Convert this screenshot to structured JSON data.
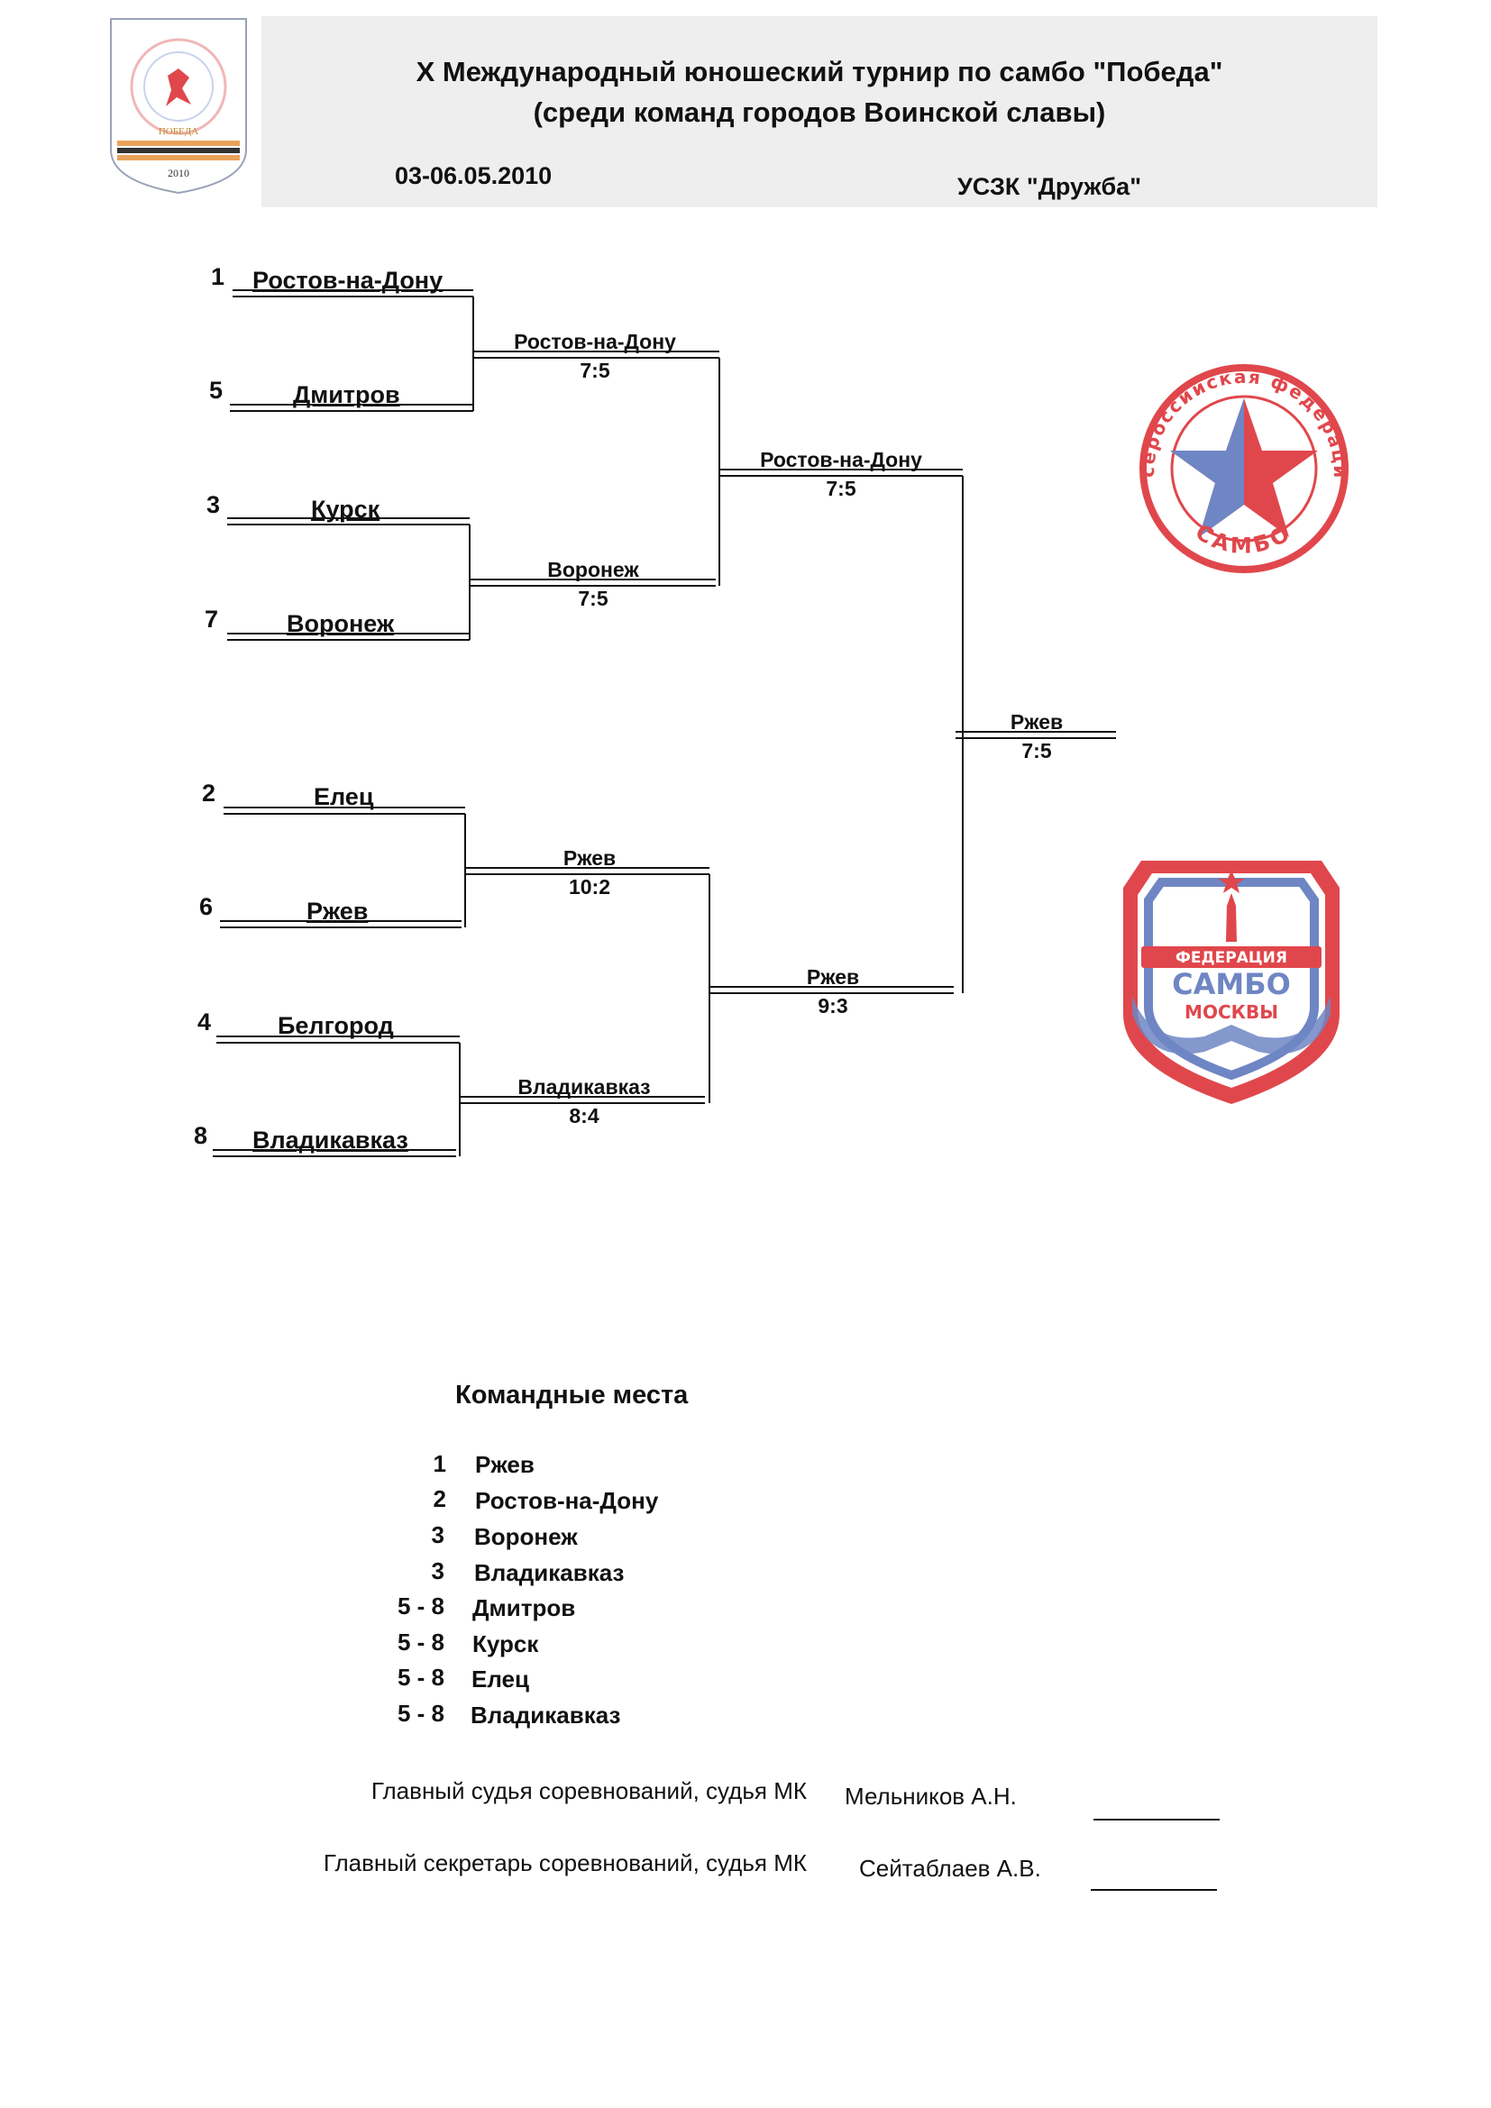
{
  "header": {
    "title_line1": "X Международный юношеский турнир по самбо \"Победа\"",
    "title_line2": "(среди команд городов Воинской славы)",
    "date": "03-06.05.2010",
    "venue": "УСЗК \"Дружба\"",
    "logo_caption": "ПОБЕДА",
    "logo_year": "2010"
  },
  "bracket": {
    "round1": [
      {
        "seed": "1",
        "team": "Ростов-на-Дону"
      },
      {
        "seed": "5",
        "team": "Дмитров"
      },
      {
        "seed": "3",
        "team": "Курск"
      },
      {
        "seed": "7",
        "team": "Воронеж"
      },
      {
        "seed": "2",
        "team": "Елец"
      },
      {
        "seed": "6",
        "team": "Ржев"
      },
      {
        "seed": "4",
        "team": "Белгород"
      },
      {
        "seed": "8",
        "team": "Владикавказ"
      }
    ],
    "quarterfinals": [
      {
        "winner": "Ростов-на-Дону",
        "score": "7:5"
      },
      {
        "winner": "Воронеж",
        "score": "7:5"
      },
      {
        "winner": "Ржев",
        "score": "10:2"
      },
      {
        "winner": "Владикавказ",
        "score": "8:4"
      }
    ],
    "semifinals": [
      {
        "winner": "Ростов-на-Дону",
        "score": "7:5"
      },
      {
        "winner": "Ржев",
        "score": "9:3"
      }
    ],
    "final": {
      "winner": "Ржев",
      "score": "7:5"
    }
  },
  "logos": {
    "star_text": "Всероссийская федерация",
    "star_bottom": "САМБО",
    "moscow_line1": "ФЕДЕРАЦИЯ",
    "moscow_line2": "САМБО",
    "moscow_line3": "МОСКВЫ",
    "colors": {
      "red": "#e0474c",
      "blue": "#6f86c4"
    }
  },
  "places": {
    "title": "Командные места",
    "items": [
      {
        "rank": "1",
        "team": "Ржев"
      },
      {
        "rank": "2",
        "team": "Ростов-на-Дону"
      },
      {
        "rank": "3",
        "team": "Воронеж"
      },
      {
        "rank": "3",
        "team": "Владикавказ"
      },
      {
        "rank": "5 - 8",
        "team": "Дмитров"
      },
      {
        "rank": "5 - 8",
        "team": "Курск"
      },
      {
        "rank": "5 - 8",
        "team": "Елец"
      },
      {
        "rank": "5 - 8",
        "team": "Владикавказ"
      }
    ]
  },
  "signatures": [
    {
      "role": "Главный судья соревнований, судья МК",
      "name": "Мельников А.Н."
    },
    {
      "role": "Главный секретарь соревнований, судья МК",
      "name": "Сейтаблаев А.В."
    }
  ]
}
